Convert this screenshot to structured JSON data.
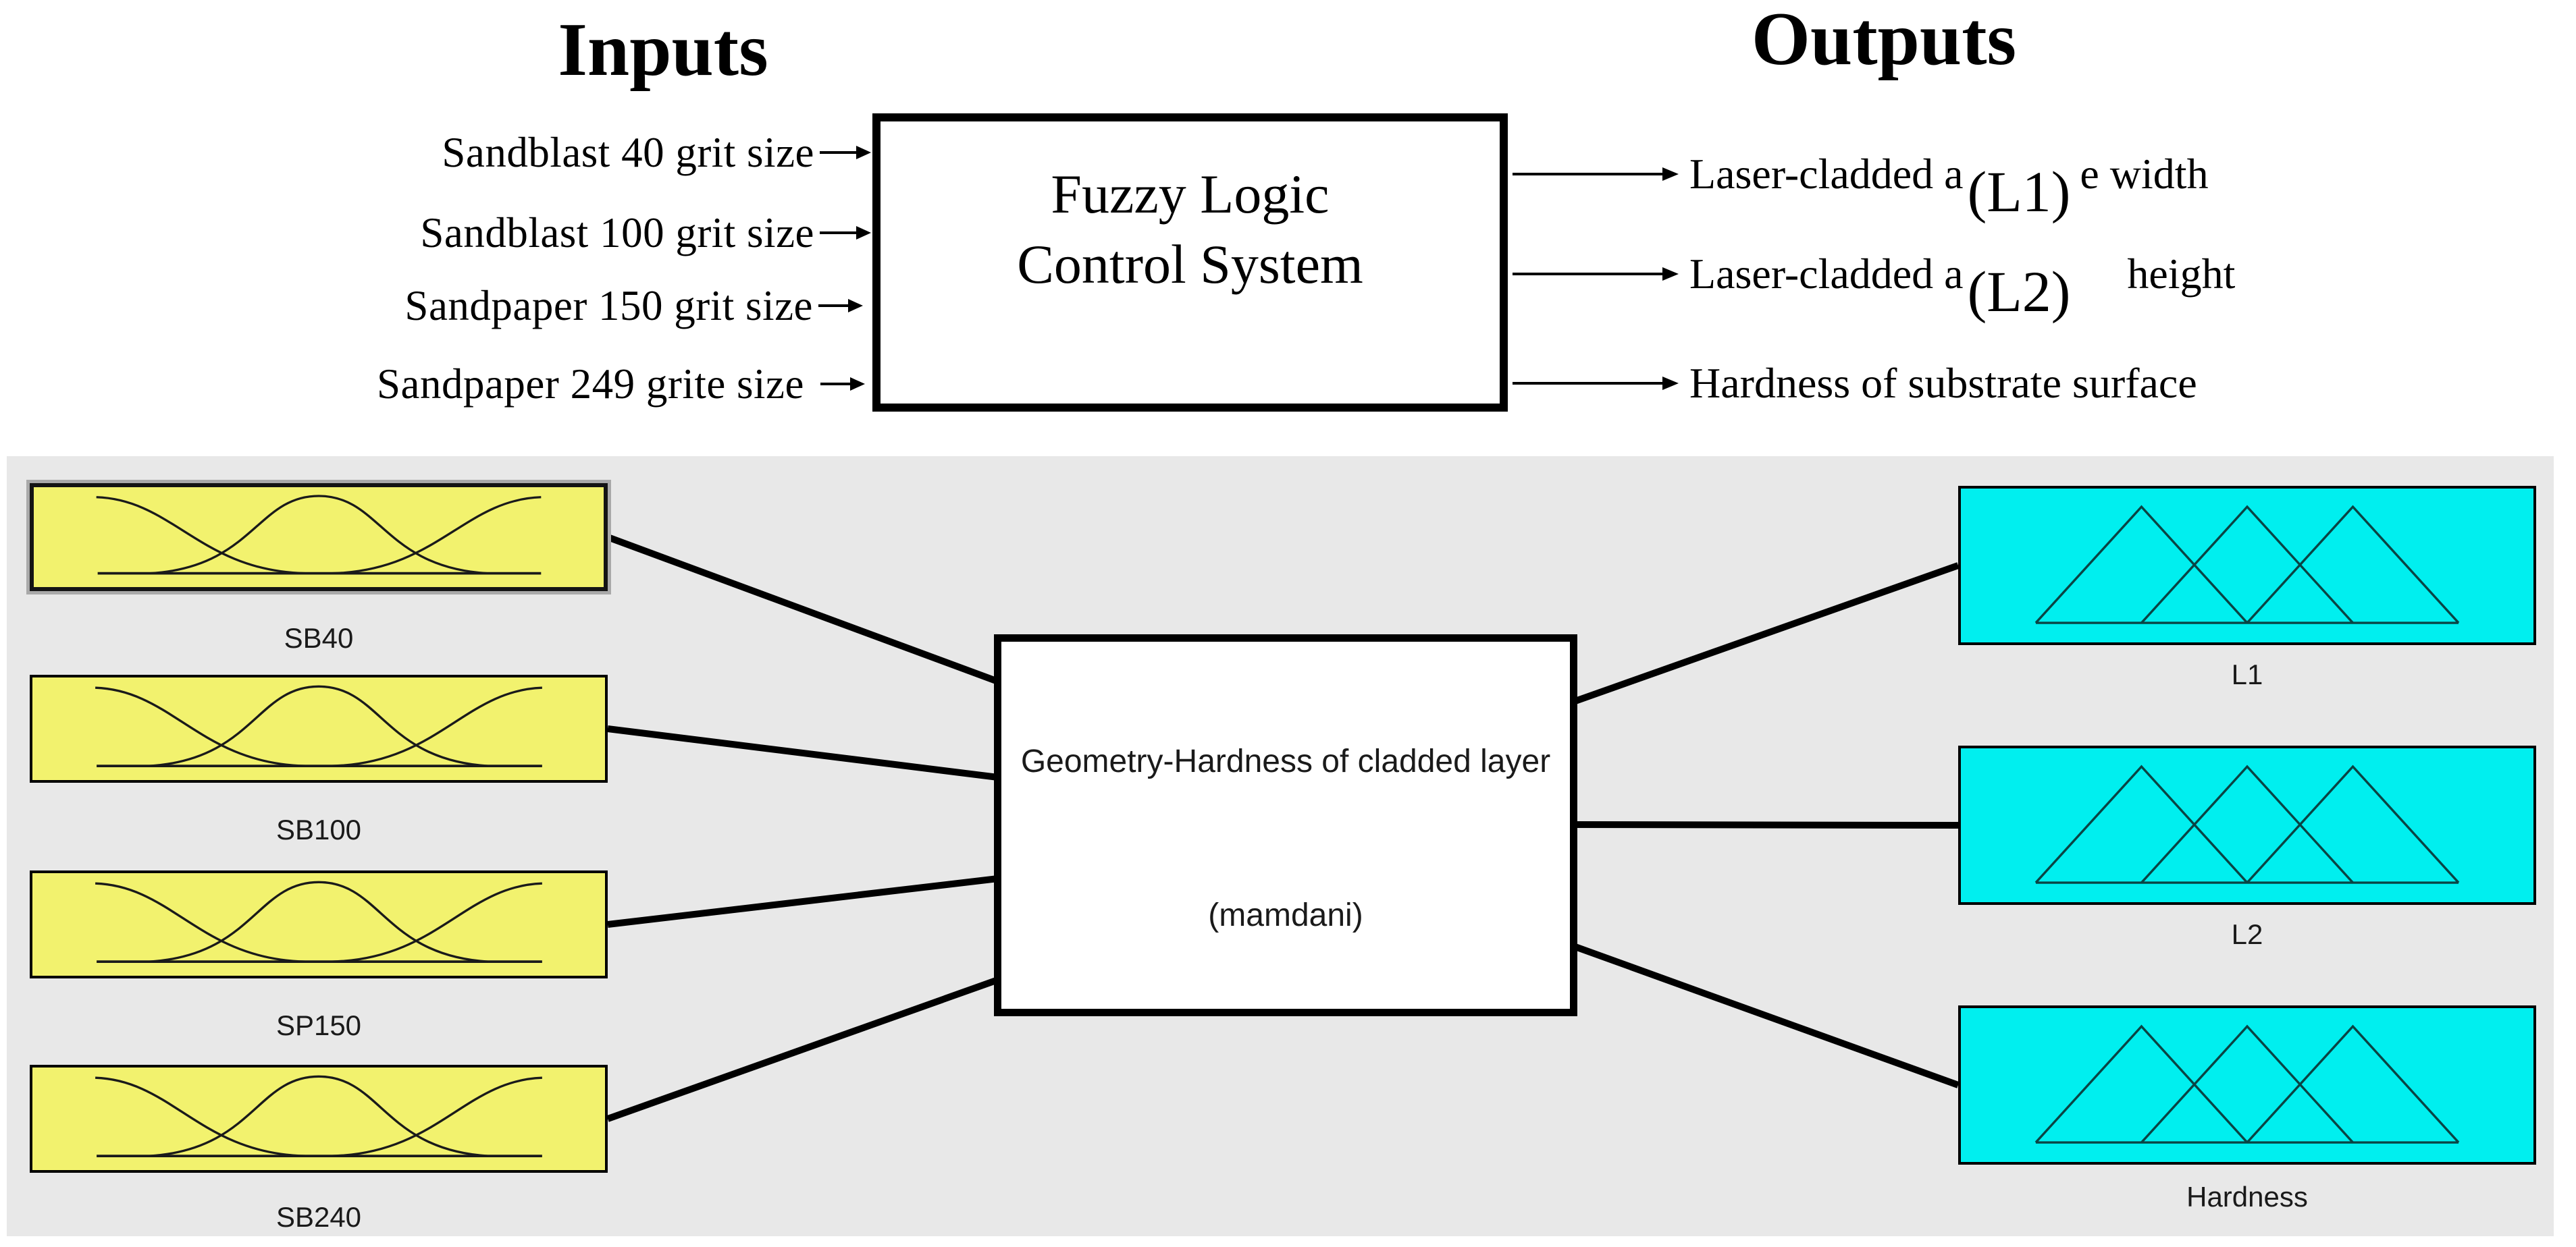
{
  "figure": {
    "inputs_heading": "Inputs",
    "outputs_heading": "Outputs",
    "flc_line1": "Fuzzy Logic",
    "flc_line2": "Control System",
    "input_labels": [
      "Sandblast 40 grit size",
      "Sandblast 100 grit size",
      "Sandpaper 150 grit size",
      "Sandpaper 249 grite size"
    ],
    "output_labels": [
      {
        "prefix": "Laser-cladded a",
        "tag": "(L1)",
        "suffix": "e width"
      },
      {
        "prefix": "Laser-cladded a",
        "tag": "(L2)",
        "suffix": "height"
      },
      {
        "prefix": "Hardness of substrate surface",
        "tag": "",
        "suffix": ""
      }
    ]
  },
  "fis_editor": {
    "input_variables": [
      {
        "name": "SB40",
        "mf_type": "gaussian",
        "mf_count": 3,
        "selected": true
      },
      {
        "name": "SB100",
        "mf_type": "gaussian",
        "mf_count": 3,
        "selected": false
      },
      {
        "name": "SP150",
        "mf_type": "gaussian",
        "mf_count": 3,
        "selected": false
      },
      {
        "name": "SB240",
        "mf_type": "gaussian",
        "mf_count": 3,
        "selected": false
      }
    ],
    "system_block": {
      "name": "Geometry-Hardness of cladded layer",
      "inference_type": "(mamdani)"
    },
    "output_variables": [
      {
        "name": "L1",
        "mf_type": "triangular",
        "mf_count": 3
      },
      {
        "name": "L2",
        "mf_type": "triangular",
        "mf_count": 3
      },
      {
        "name": "Hardness",
        "mf_type": "triangular",
        "mf_count": 3
      }
    ]
  },
  "colors": {
    "input_variable_fill": "#F2F26E",
    "output_variable_fill": "#00EFEF",
    "panel_background": "#E8E8E8",
    "line": "#000000"
  }
}
